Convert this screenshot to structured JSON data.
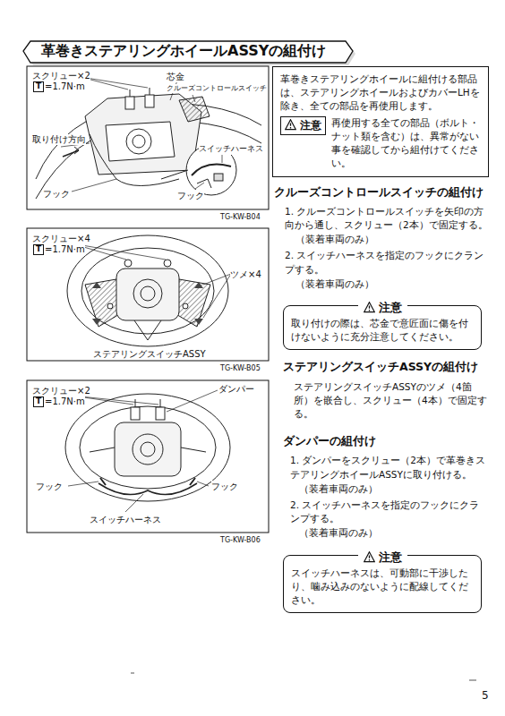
{
  "diagram": {
    "title": "革巻きステアリングホイールASSYの組付け",
    "nodes": [
      {
        "text": [
          "革巻きステアリングホイールに組付ける部品は、ステアリングホイールおよびカバーLHを除き、全ての部品を再使用します。",
          "注意",
          "再使用する全ての部品（ボルト・ナット類を含む）は、異常がない事を確認してから組付けてください。"
        ]
      },
      {
        "text": [
          "注意",
          "取り付けの際は、芯金で意匠面に傷を付けないように充分注意してください。"
        ]
      },
      {
        "text": [
          "注意",
          "スイッチハーネスは、可動部に干渉したり、噛み込みのないように配線してください。"
        ]
      }
    ],
    "labels": [
      "スクリュー×2",
      "T",
      "=1.7N·m",
      "芯金",
      "クルーズコントロールスイッチ",
      "取り付け方向",
      "スイッチハーネス",
      "フック",
      "フック",
      "TG-KW-B04",
      "スクリュー×4",
      "T",
      "=1.7N·m",
      "ツメ×4",
      "ステアリングスイッチASSY",
      "TG-KW-B05",
      "スクリュー×2",
      "T",
      "=1.7N·m",
      "ダンパー",
      "フック",
      "フック",
      "スイッチハーネス",
      "TG-KW-B06",
      "クルーズコントロールスイッチの組付け",
      "1. クルーズコントロールスイッチを矢印の方向から通し、スクリュー（2本）で固定する。",
      "（装着車両のみ）",
      "2. スイッチハーネスを指定のフックにクランプする。",
      "（装着車両のみ）",
      "ステアリングスイッチASSYの組付け",
      "ステアリングスイッチASSYのツメ（4箇所）を嵌合し、スクリュー（4本）で固定する。",
      "ダンパーの組付け",
      "1. ダンパーをスクリュー（2本）で革巻きステアリングホイールASSYに取り付ける。",
      "（装着車両のみ）",
      "2. スイッチハーネスを指定のフックにクランプする。",
      "（装着車両のみ）",
      "5"
    ]
  }
}
